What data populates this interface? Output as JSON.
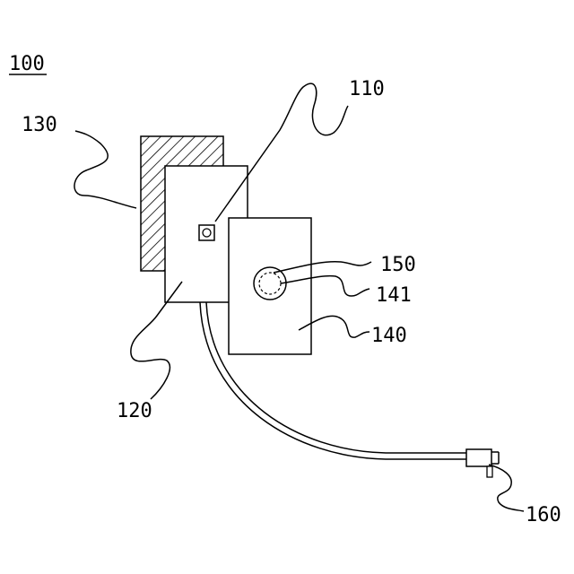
{
  "figure_label": "100",
  "reference_numerals": {
    "sensor": "110",
    "body": "120",
    "back_panel": "130",
    "front_box": "140",
    "ring_inner": "141",
    "ring": "150",
    "plug": "160"
  }
}
